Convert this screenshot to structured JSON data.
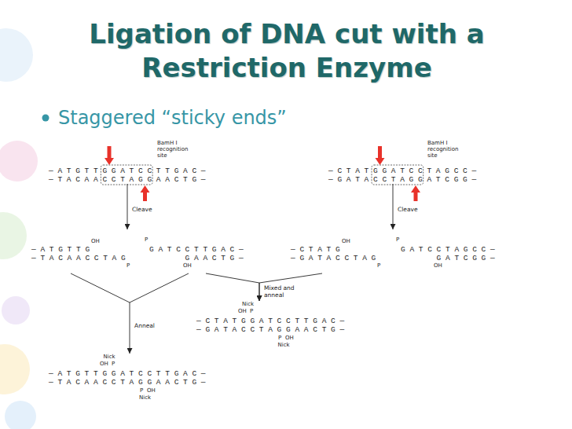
{
  "diagram": {
    "title": "Ligation of DNA cut with a Restriction Enzyme",
    "nodes": [
      {
        "text": [
          "— A T G T T G G A T C C T T G A C —",
          "— T A C A A C C T A G G A A C T G —"
        ]
      },
      {
        "text": [
          "— C T A T G G A T C C T A G C C —",
          "— G A T A C C T A G G A T C G G —"
        ]
      },
      {
        "text": [
          "— A T G T T G",
          "OH",
          "— T A C A A C C T A G",
          "P",
          "P",
          "G A T C C T T G A C —",
          "G A A C T G —",
          "OH"
        ]
      },
      {
        "text": [
          "— C T A T G",
          "OH",
          "— G A T A C C T A G",
          "P",
          "P",
          "G A T C C T A G C C —",
          "G A T C G G —",
          "OH"
        ]
      },
      {
        "text": [
          "Nick",
          "OH",
          "P",
          "— C T A T G G A T C C T T G A C —",
          "— G A T A C C T A G G A A C T G —",
          "P",
          "OH",
          "Nick"
        ]
      },
      {
        "text": [
          "Nick",
          "OH",
          "P",
          "— A T G T T G G A T C C T T G A C —",
          "— T A C A A C C T A G G A A C T G —",
          "P",
          "OH",
          "Nick"
        ]
      }
    ],
    "edges": [
      {
        "from": 0,
        "to": 2,
        "label": "Cleave",
        "arrow": "to"
      },
      {
        "from": 1,
        "to": 3,
        "label": "Cleave",
        "arrow": "to"
      },
      {
        "from": 2,
        "to": 5,
        "label": "Anneal",
        "arrow": "to"
      },
      {
        "from": 2,
        "to": 4,
        "label": "Mixed and anneal",
        "arrow": "to"
      },
      {
        "from": 3,
        "to": 4,
        "arrow": "to"
      }
    ],
    "labels": [
      "Staggered “sticky ends”",
      "BamH I recognition site",
      "BamH I recognition site"
    ]
  }
}
